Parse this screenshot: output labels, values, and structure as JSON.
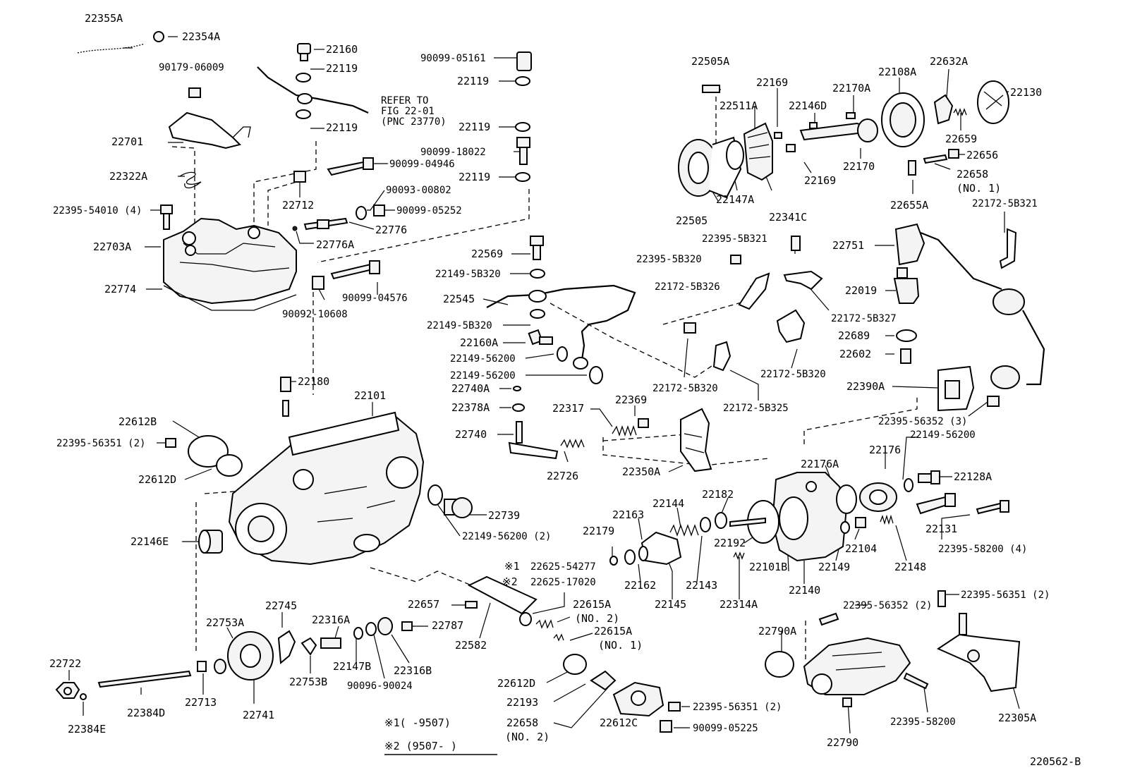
{
  "labels": {
    "l22355A": "22355A",
    "l22354A": "22354A",
    "l22160": "22160",
    "l22119a": "22119",
    "l22119b": "22119",
    "l90179_06009": "90179-06009",
    "l22701": "22701",
    "l22322A": "22322A",
    "l22395_54010": "22395-54010 (4)",
    "l22703A": "22703A",
    "l22774": "22774",
    "l22712": "22712",
    "l90099_04946": "90099-04946",
    "l90093_00802": "90093-00802",
    "l90099_05252": "90099-05252",
    "l22776": "22776",
    "l22776A": "22776A",
    "l90099_04576": "90099-04576",
    "l90092_10608": "90092-10608",
    "refer1": "REFER TO",
    "refer2": "FIG 22-01",
    "refer3": "(PNC 23770)",
    "l90099_05161": "90099-05161",
    "l22119c": "22119",
    "l22119d": "22119",
    "l90099_18022": "90099-18022",
    "l22119e": "22119",
    "l22569": "22569",
    "l22149_5B320a": "22149-5B320",
    "l22545": "22545",
    "l22149_5B320b": "22149-5B320",
    "l22160A": "22160A",
    "l22149_56200a": "22149-56200",
    "l22149_56200b": "22149-56200",
    "l22740A": "22740A",
    "l22378A": "22378A",
    "l22740": "22740",
    "l22317": "22317",
    "l22369": "22369",
    "l22726": "22726",
    "l22350A": "22350A",
    "l22180": "22180",
    "l22101": "22101",
    "l22612B": "22612B",
    "l22395_56351a": "22395-56351 (2)",
    "l22612D": "22612D",
    "l22739": "22739",
    "l22149_56200c": "22149-56200 (2)",
    "l22146E": "22146E",
    "l22505A": "22505A",
    "l22169a": "22169",
    "l22511A": "22511A",
    "l22146D": "22146D",
    "l22170A": "22170A",
    "l22108A": "22108A",
    "l22632A": "22632A",
    "l22130": "22130",
    "l22659": "22659",
    "l22656": "22656",
    "l22658a": "22658",
    "l22658a2": "(NO. 1)",
    "l22170": "22170",
    "l22169b": "22169",
    "l22147A": "22147A",
    "l22341C": "22341C",
    "l22505": "22505",
    "l22655A": "22655A",
    "l22172_5B321a": "22172-5B321",
    "l22395_5B321": "22395-5B321",
    "l22395_5B320": "22395-5B320",
    "l22751": "22751",
    "l22172_5B326": "22172-5B326",
    "l22019": "22019",
    "l22172_5B327": "22172-5B327",
    "l22689": "22689",
    "l22602": "22602",
    "l22172_5B320a": "22172-5B320",
    "l22172_5B320b": "22172-5B320",
    "l22172_5B325": "22172-5B325",
    "l22390A": "22390A",
    "l22395_56352a": "22395-56352 (3)",
    "l22149_56200d": "22149-56200",
    "l22176": "22176",
    "l22176A": "22176A",
    "l22128A": "22128A",
    "l22182": "22182",
    "l22144": "22144",
    "l22163": "22163",
    "l22179": "22179",
    "l22192": "22192",
    "l22131": "22131",
    "l22395_58200a": "22395-58200 (4)",
    "l22104": "22104",
    "l22149": "22149",
    "l22148": "22148",
    "l22101B": "22101B",
    "l22162": "22162",
    "l22143": "22143",
    "l22145": "22145",
    "l22140": "22140",
    "l22314A": "22314A",
    "m1": "※1",
    "l22625_54277": "22625-54277",
    "m2": "※2",
    "l22625_17020": "22625-17020",
    "l22657": "22657",
    "l22615A2": "22615A",
    "l22615A2b": "(NO. 2)",
    "l22615A1": "22615A",
    "l22615A1b": "(NO. 1)",
    "l22787": "22787",
    "l22582": "22582",
    "l22745": "22745",
    "l22753A": "22753A",
    "l22316A": "22316A",
    "l22722": "22722",
    "l22147B": "22147B",
    "l22316B": "22316B",
    "l22753B": "22753B",
    "l90096_90024": "90096-90024",
    "l22713": "22713",
    "l22384D": "22384D",
    "l22741": "22741",
    "l22384E": "22384E",
    "l22612D2": "22612D",
    "l22193": "22193",
    "l22658b": "22658",
    "l22658b2": "(NO. 2)",
    "l22612C": "22612C",
    "l22395_56351b": "22395-56351 (2)",
    "l90099_05225": "90099-05225",
    "l22395_56352b": "22395-56352 (2)",
    "l22395_56351c": "22395-56351 (2)",
    "l22790A": "22790A",
    "l22395_58200b": "22395-58200",
    "l22790": "22790",
    "l22305A": "22305A",
    "legend1": "※1(      -9507)",
    "legend2": "※2 (9507-      )",
    "fig_code": "220562-B"
  }
}
